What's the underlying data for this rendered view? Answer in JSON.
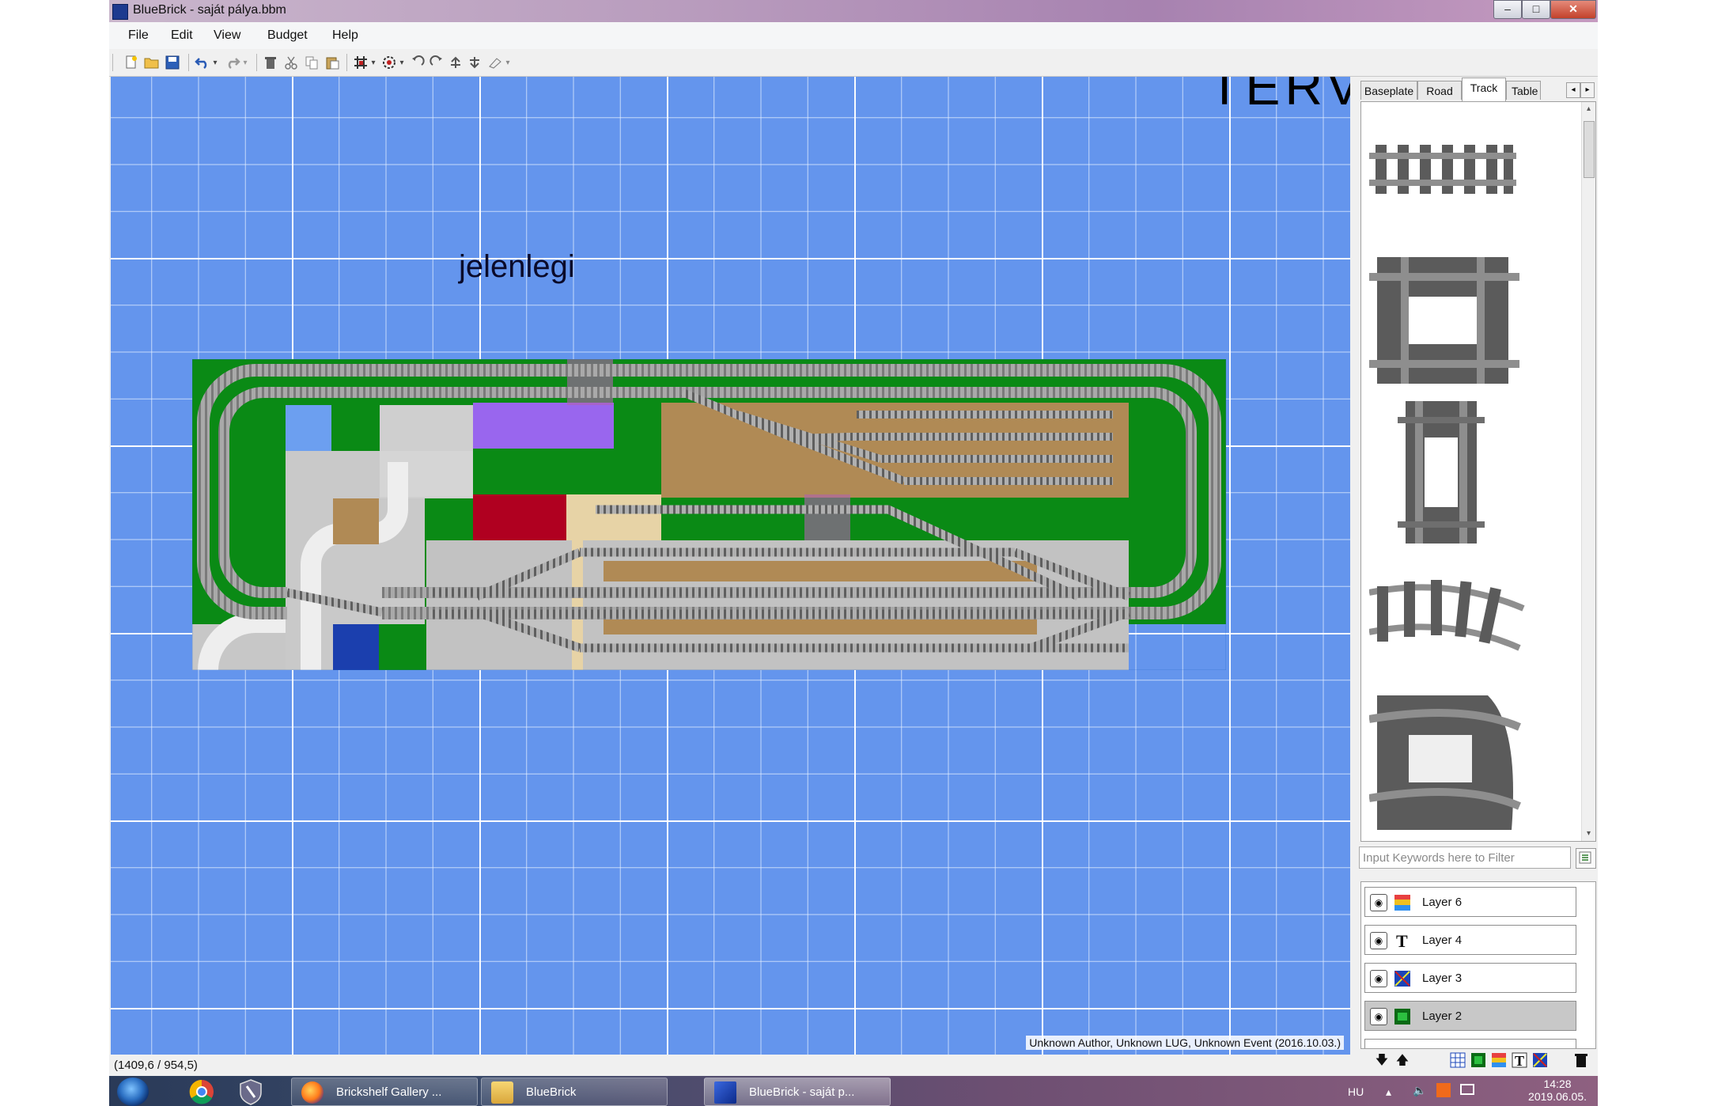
{
  "window": {
    "title": "BlueBrick - saját pálya.bbm",
    "minimize": "–",
    "maximize": "□",
    "close": "✕"
  },
  "menu": {
    "items": [
      "File",
      "Edit",
      "View",
      "Budget",
      "Help"
    ]
  },
  "toolbar": {
    "icons": [
      "new-icon",
      "open-icon",
      "save-icon",
      "undo-icon",
      "redo-icon",
      "delete-icon",
      "cut-icon",
      "copy-icon",
      "paste-icon",
      "snap-grid-icon",
      "snap-rotation-icon",
      "rotate-left-icon",
      "rotate-right-icon",
      "send-to-back-icon",
      "bring-to-front-icon",
      "paint-icon"
    ]
  },
  "canvas": {
    "text_label": "jelenlegi",
    "corner_text": "TERV",
    "info": "Unknown Author, Unknown LUG, Unknown Event (2016.10.03.)"
  },
  "panel": {
    "tabs": [
      "Baseplate",
      "Road",
      "Track",
      "Table"
    ],
    "active_tab": "Track",
    "filter_placeholder": "Input Keywords here to Filter",
    "catalog_items": [
      "straight-track-icon",
      "double-crossing-track-icon",
      "short-straight-track-icon",
      "curved-track-icon",
      "wide-curved-track-icon"
    ],
    "layers": [
      {
        "name": "Layer 6",
        "type": "area-layer-icon",
        "selected": false
      },
      {
        "name": "Layer 4",
        "type": "text-layer-icon",
        "selected": false
      },
      {
        "name": "Layer 3",
        "type": "ruler-layer-icon",
        "selected": false
      },
      {
        "name": "Layer 2",
        "type": "brick-layer-icon",
        "selected": true
      }
    ]
  },
  "status": {
    "coords": "(1409,6 / 954,5)"
  },
  "taskbar": {
    "tasks": [
      {
        "label": "Brickshelf Gallery ...",
        "icon": "firefox-icon"
      },
      {
        "label": "BlueBrick",
        "icon": "folder-icon"
      },
      {
        "label": "BlueBrick - saját p...",
        "icon": "bluebrick-icon",
        "active": true
      }
    ],
    "language": "HU",
    "time": "14:28",
    "date": "2019.06.05."
  }
}
